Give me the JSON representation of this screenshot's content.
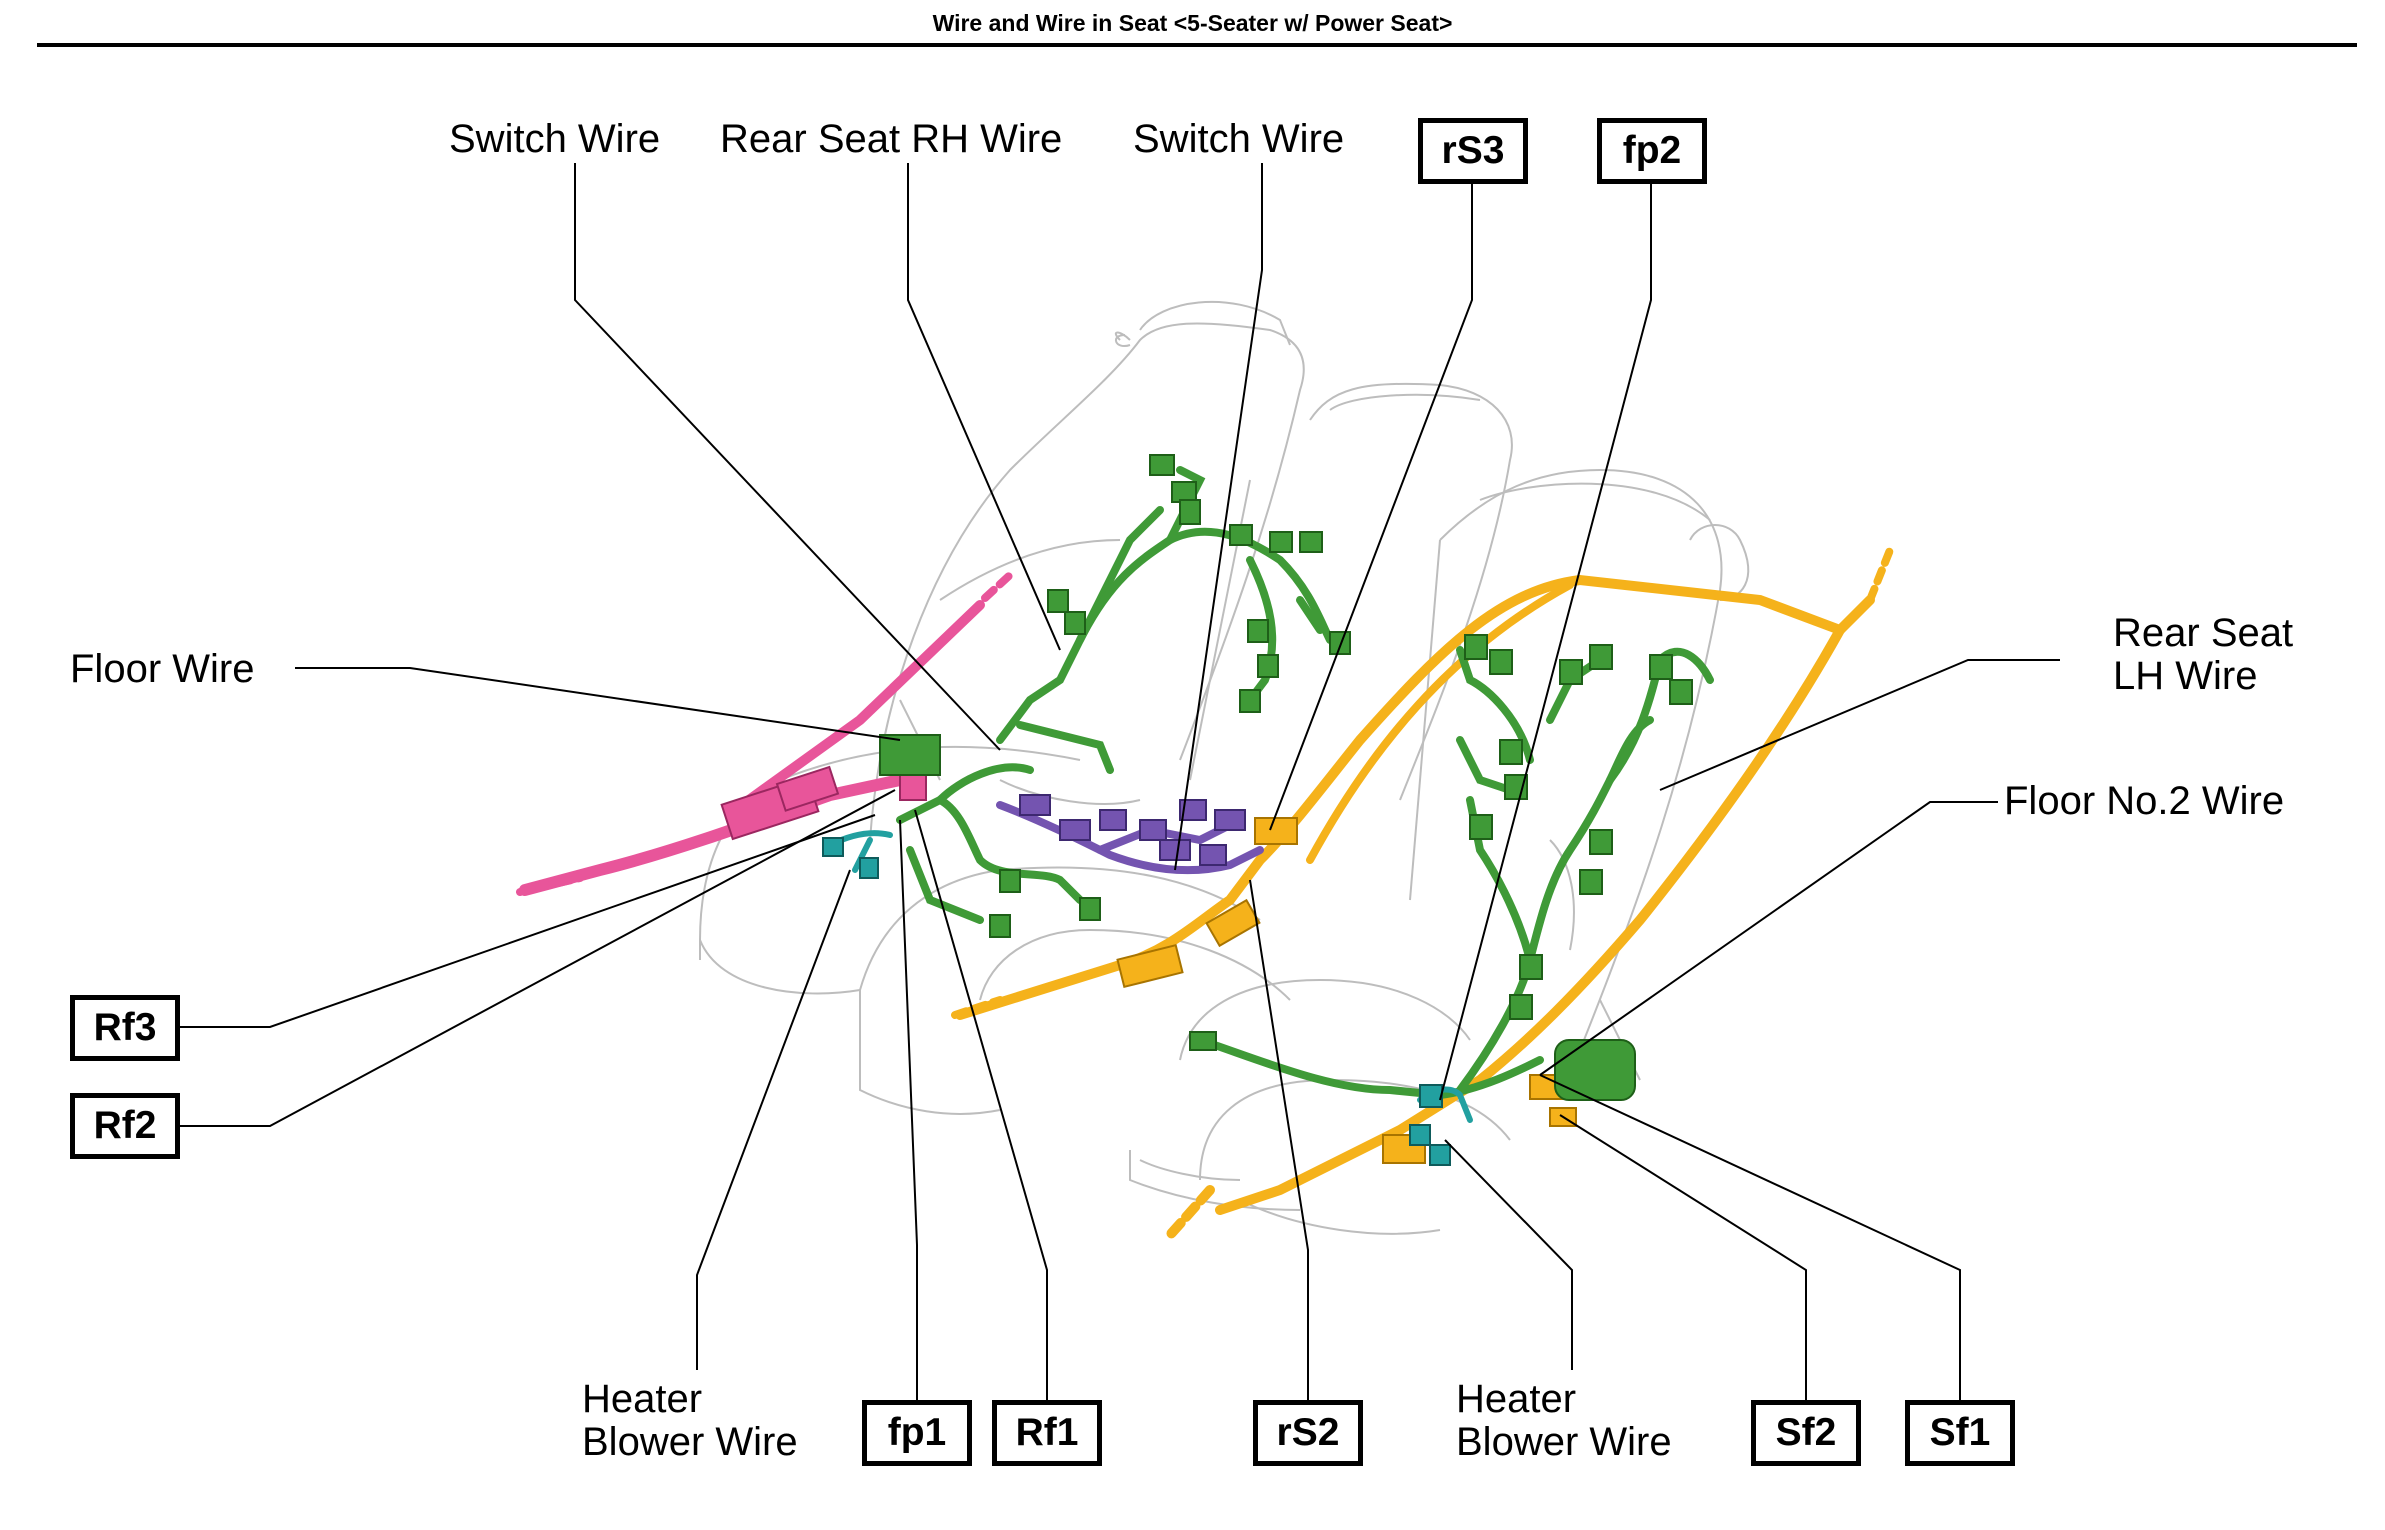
{
  "title": "Wire and Wire in Seat <5-Seater w/ Power Seat>",
  "labels": {
    "switch_wire_left": "Switch Wire",
    "rear_seat_rh_wire": "Rear Seat RH Wire",
    "switch_wire_right": "Switch Wire",
    "floor_wire": "Floor Wire",
    "rear_seat_lh_wire": [
      "Rear Seat",
      "LH Wire"
    ],
    "floor_no2_wire": "Floor No.2 Wire",
    "heater_blower_wire_left": [
      "Heater",
      "Blower Wire"
    ],
    "heater_blower_wire_right": [
      "Heater",
      "Blower Wire"
    ]
  },
  "connectors": {
    "rs3": "rS3",
    "fp2": "fp2",
    "rf3": "Rf3",
    "rf2": "Rf2",
    "fp1": "fp1",
    "rf1": "Rf1",
    "rs2": "rS2",
    "sf2": "Sf2",
    "sf1": "Sf1"
  },
  "colors": {
    "floor_wire": "#e8559a",
    "seat_wire": "#3f9a37",
    "switch_wire": "#7454b0",
    "floor_no2_wire": "#f5b21b",
    "heater_blower": "#22a0a0",
    "seat_outline": "#bdbdbd"
  }
}
